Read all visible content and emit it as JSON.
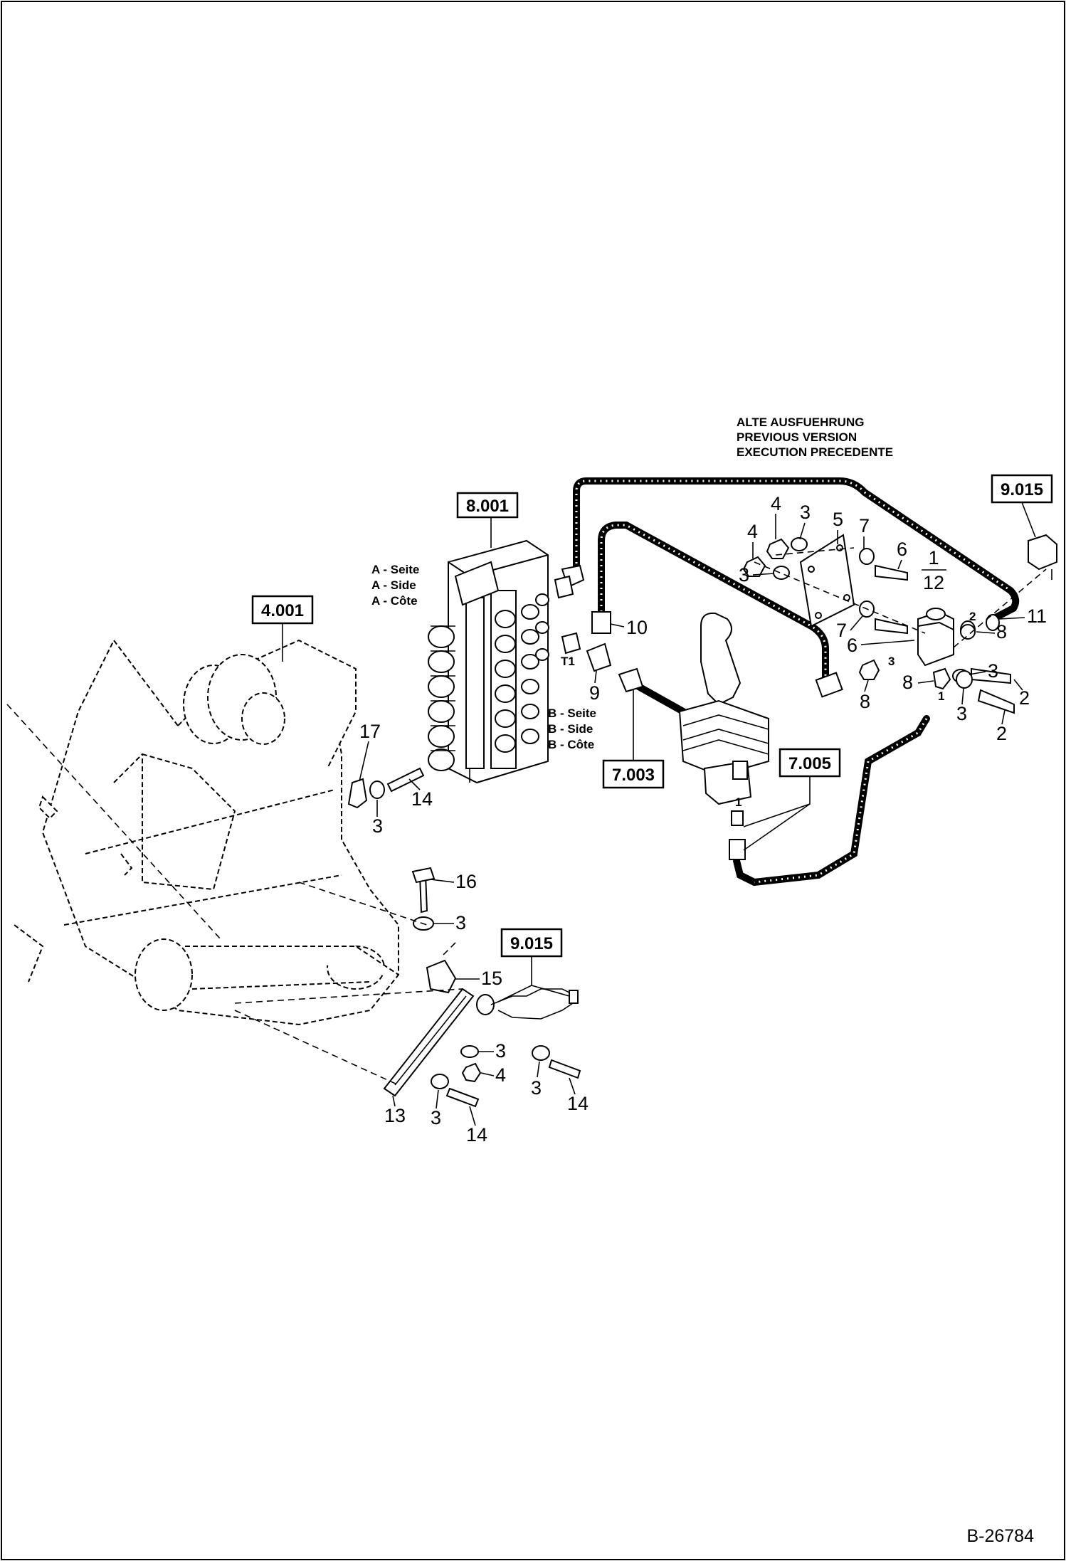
{
  "drawing": {
    "code": "B-26784",
    "note_lines": [
      "ALTE AUSFUEHRUNG",
      "PREVIOUS VERSION",
      "EXECUTION PRECEDENTE"
    ],
    "side_a": [
      "A - Seite",
      "A - Side",
      "A - Côte"
    ],
    "side_b": [
      "B - Seite",
      "B - Side",
      "B - Côte"
    ],
    "port_labels": {
      "t1": "T1",
      "p1": "1",
      "p2": "2",
      "p3": "3"
    },
    "fraction": {
      "numerator": "1",
      "denominator": "12"
    }
  },
  "reference_boxes": {
    "r4001": "4.001",
    "r8001": "8.001",
    "r7003": "7.003",
    "r7005": "7.005",
    "r9015a": "9.015",
    "r9015b": "9.015"
  },
  "callouts": {
    "c2a": "2",
    "c2b": "2",
    "c3a": "3",
    "c3b": "3",
    "c3c": "3",
    "c3d": "3",
    "c3e": "3",
    "c3f": "3",
    "c3g": "3",
    "c3h": "3",
    "c3i": "3",
    "c4a": "4",
    "c4b": "4",
    "c4c": "4",
    "c5": "5",
    "c6a": "6",
    "c6b": "6",
    "c7a": "7",
    "c7b": "7",
    "c8a": "8",
    "c8b": "8",
    "c8c": "8",
    "c9": "9",
    "c10": "10",
    "c11": "11",
    "c13": "13",
    "c14a": "14",
    "c14b": "14",
    "c14c": "14",
    "c15": "15",
    "c16": "16",
    "c17": "17"
  }
}
